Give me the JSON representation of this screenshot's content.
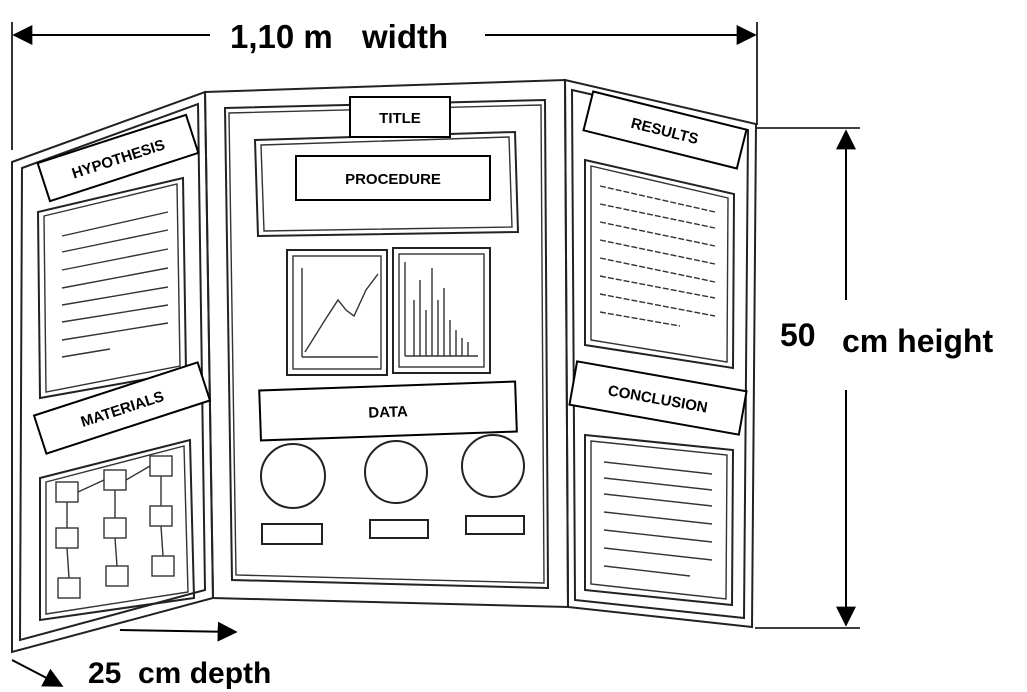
{
  "dimensions": {
    "width_value": "1,10 m",
    "width_word": "width",
    "height_value": "50",
    "height_word": "cm height",
    "depth_value": "25",
    "depth_word": "cm depth"
  },
  "labels": {
    "title": "TITLE",
    "procedure": "PROCEDURE",
    "hypothesis": "HYPOTHESIS",
    "materials": "MATERIALS",
    "results": "RESULTS",
    "conclusion": "CONCLUSION",
    "data": "DATA"
  }
}
